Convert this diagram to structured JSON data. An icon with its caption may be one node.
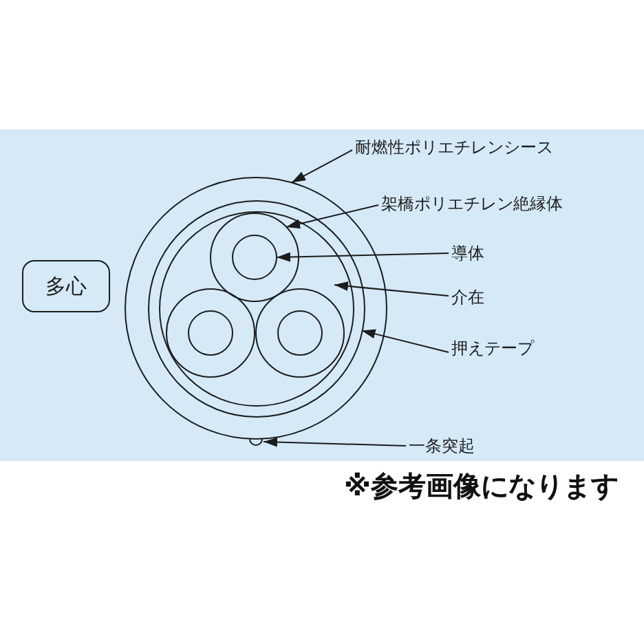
{
  "diagram": {
    "nodes": [
      {
        "text": [
          "耐燃性ポリエチレンシース"
        ]
      },
      {
        "text": [],
        "shape": "circle"
      },
      {
        "text": [
          "架橋ポリエチレン絶縁体"
        ]
      },
      {
        "text": [],
        "shape": "circle",
        "in": 1
      },
      {
        "text": [],
        "shape": "circle",
        "in": 3
      },
      {
        "text": [],
        "shape": "circle",
        "in": 4
      },
      {
        "text": [],
        "shape": "circle",
        "in": 5
      },
      {
        "text": [
          "多心"
        ]
      },
      {
        "text": [
          "導体"
        ]
      },
      {
        "text": [
          "介在"
        ]
      },
      {
        "text": [],
        "shape": "circle",
        "in": 4
      },
      {
        "text": [],
        "shape": "circle",
        "in": 10
      },
      {
        "text": [],
        "shape": "circle",
        "in": 4
      },
      {
        "text": [],
        "shape": "circle",
        "in": 12
      },
      {
        "text": [
          "押えテープ"
        ]
      },
      {
        "text": [
          "一条突起"
        ]
      },
      {
        "text": [],
        "shape": "bump"
      }
    ],
    "edges": [
      {
        "from": 0,
        "to": 1,
        "arrow": "to"
      },
      {
        "from": 2,
        "to": 5,
        "arrow": "to"
      },
      {
        "from": 8,
        "to": 6,
        "arrow": "to"
      },
      {
        "from": 9,
        "to": 4,
        "arrow": "to"
      },
      {
        "from": 14,
        "to": 3,
        "arrow": "to"
      },
      {
        "from": 15,
        "to": 16,
        "arrow": "to"
      }
    ],
    "labels": [
      "※参考画像になります"
    ]
  }
}
